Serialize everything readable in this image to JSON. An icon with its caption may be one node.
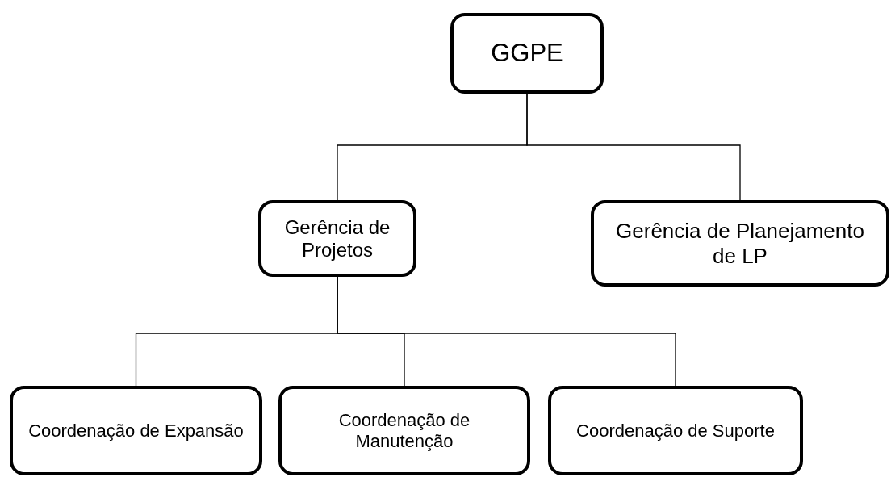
{
  "diagram": {
    "nodes": [
      {
        "text": [
          "GGPE"
        ]
      },
      {
        "text": [
          "Gerência de Projetos"
        ]
      },
      {
        "text": [
          "Gerência de Planejamento de LP"
        ]
      },
      {
        "text": [
          "Coordenação de Expansão"
        ]
      },
      {
        "text": [
          "Coordenação de Manutenção"
        ]
      },
      {
        "text": [
          "Coordenação de Suporte"
        ]
      }
    ],
    "edges": [
      {
        "from": 0,
        "to": 1,
        "arrow": "none"
      },
      {
        "from": 0,
        "to": 2,
        "arrow": "none"
      },
      {
        "from": 1,
        "to": 3,
        "arrow": "none"
      },
      {
        "from": 1,
        "to": 4,
        "arrow": "none"
      },
      {
        "from": 1,
        "to": 5,
        "arrow": "none"
      }
    ]
  }
}
